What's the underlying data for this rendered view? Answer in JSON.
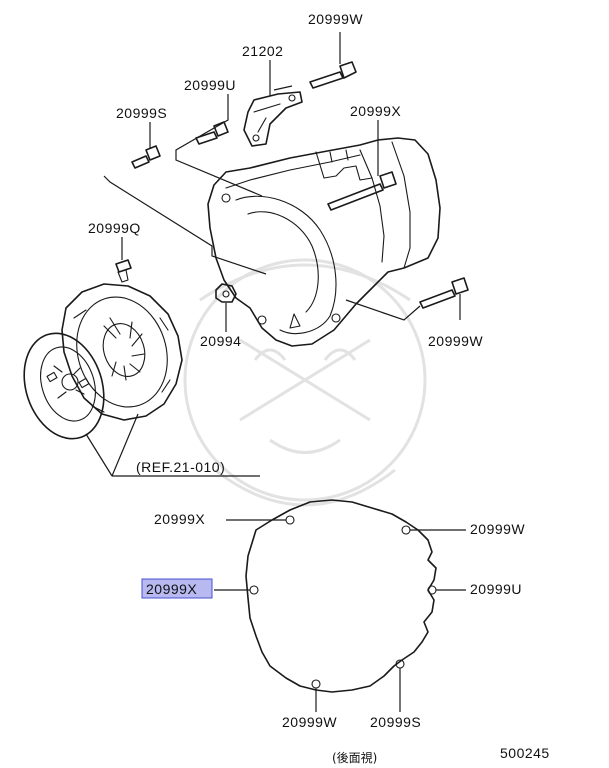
{
  "parts": {
    "upper_bolt_w": "20999W",
    "bracket": "21202",
    "bolt_u": "20999U",
    "bolt_s": "20999S",
    "bolt_x": "20999X",
    "bolt_q": "20999Q",
    "nut": "20994",
    "lower_bolt_w": "20999W"
  },
  "reference": "(REF.21-010)",
  "rear_view": {
    "labels": {
      "x_top": "20999X",
      "w_right": "20999W",
      "x_left_highlighted": "20999X",
      "u_right": "20999U",
      "w_bottom": "20999W",
      "s_bottom": "20999S"
    },
    "caption": "(後面視)",
    "highlight_color": "#b7b9f0"
  },
  "figure_number": "500245"
}
